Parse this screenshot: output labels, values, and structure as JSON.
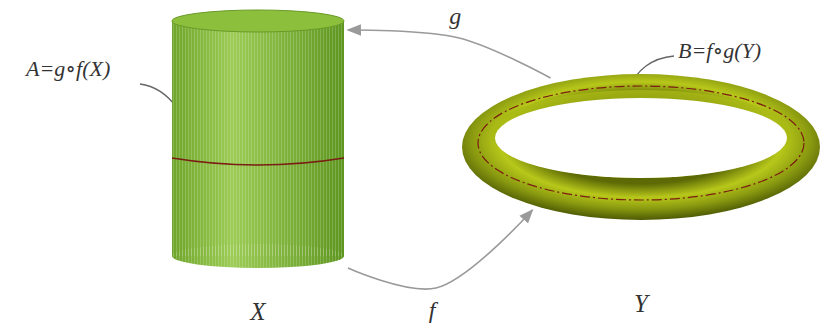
{
  "diagram": {
    "nodes": [
      {
        "text": [
          "X"
        ]
      },
      {
        "text": [
          "Y"
        ]
      }
    ],
    "edges": [
      {
        "from": 0,
        "to": 1,
        "arrow": "to",
        "label": "f"
      },
      {
        "from": 1,
        "to": 0,
        "arrow": "to",
        "label": "g"
      }
    ],
    "labels": [
      "A=g∘f(X)",
      "B=f∘g(Y)"
    ]
  }
}
